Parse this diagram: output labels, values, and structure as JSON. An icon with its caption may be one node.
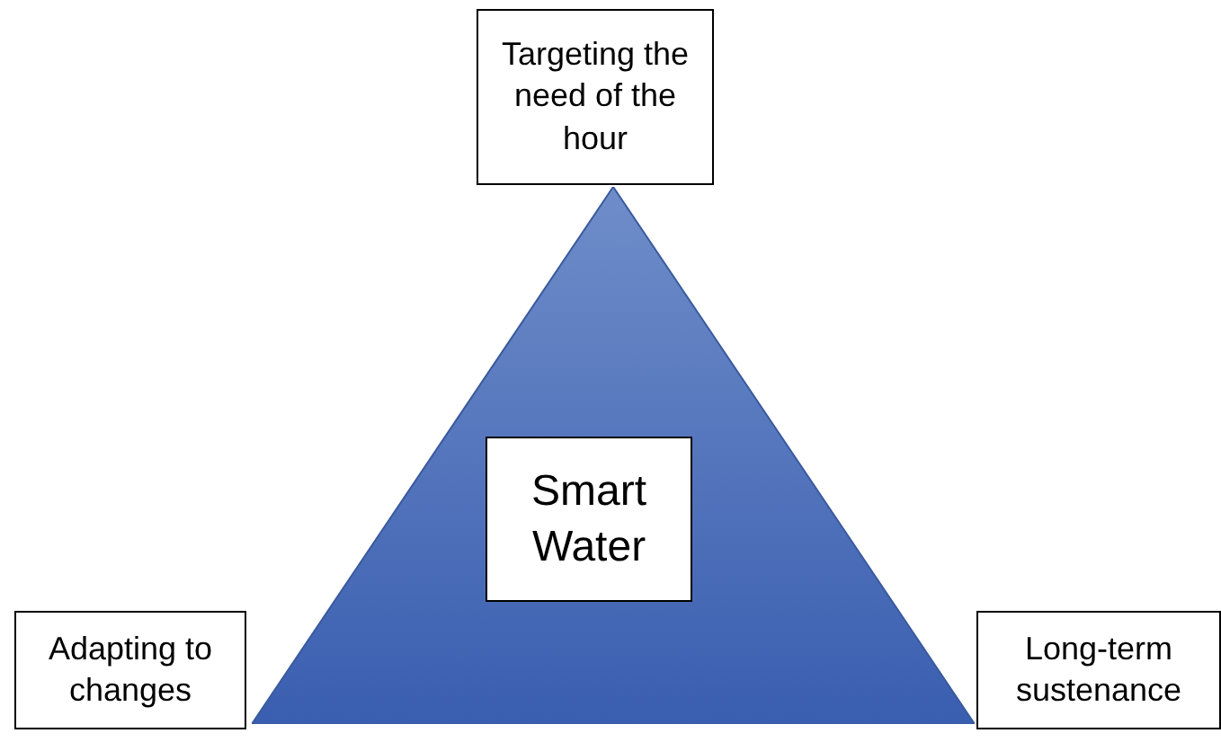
{
  "diagram": {
    "nodes": [
      {
        "text": [
          "Targeting the need of the hour"
        ]
      },
      {
        "text": [],
        "shape": "triangle"
      },
      {
        "text": [
          "Smart Water"
        ],
        "in": 1
      },
      {
        "text": [
          "Adapting to changes"
        ]
      },
      {
        "text": [
          "Long-term sustenance"
        ]
      }
    ]
  }
}
